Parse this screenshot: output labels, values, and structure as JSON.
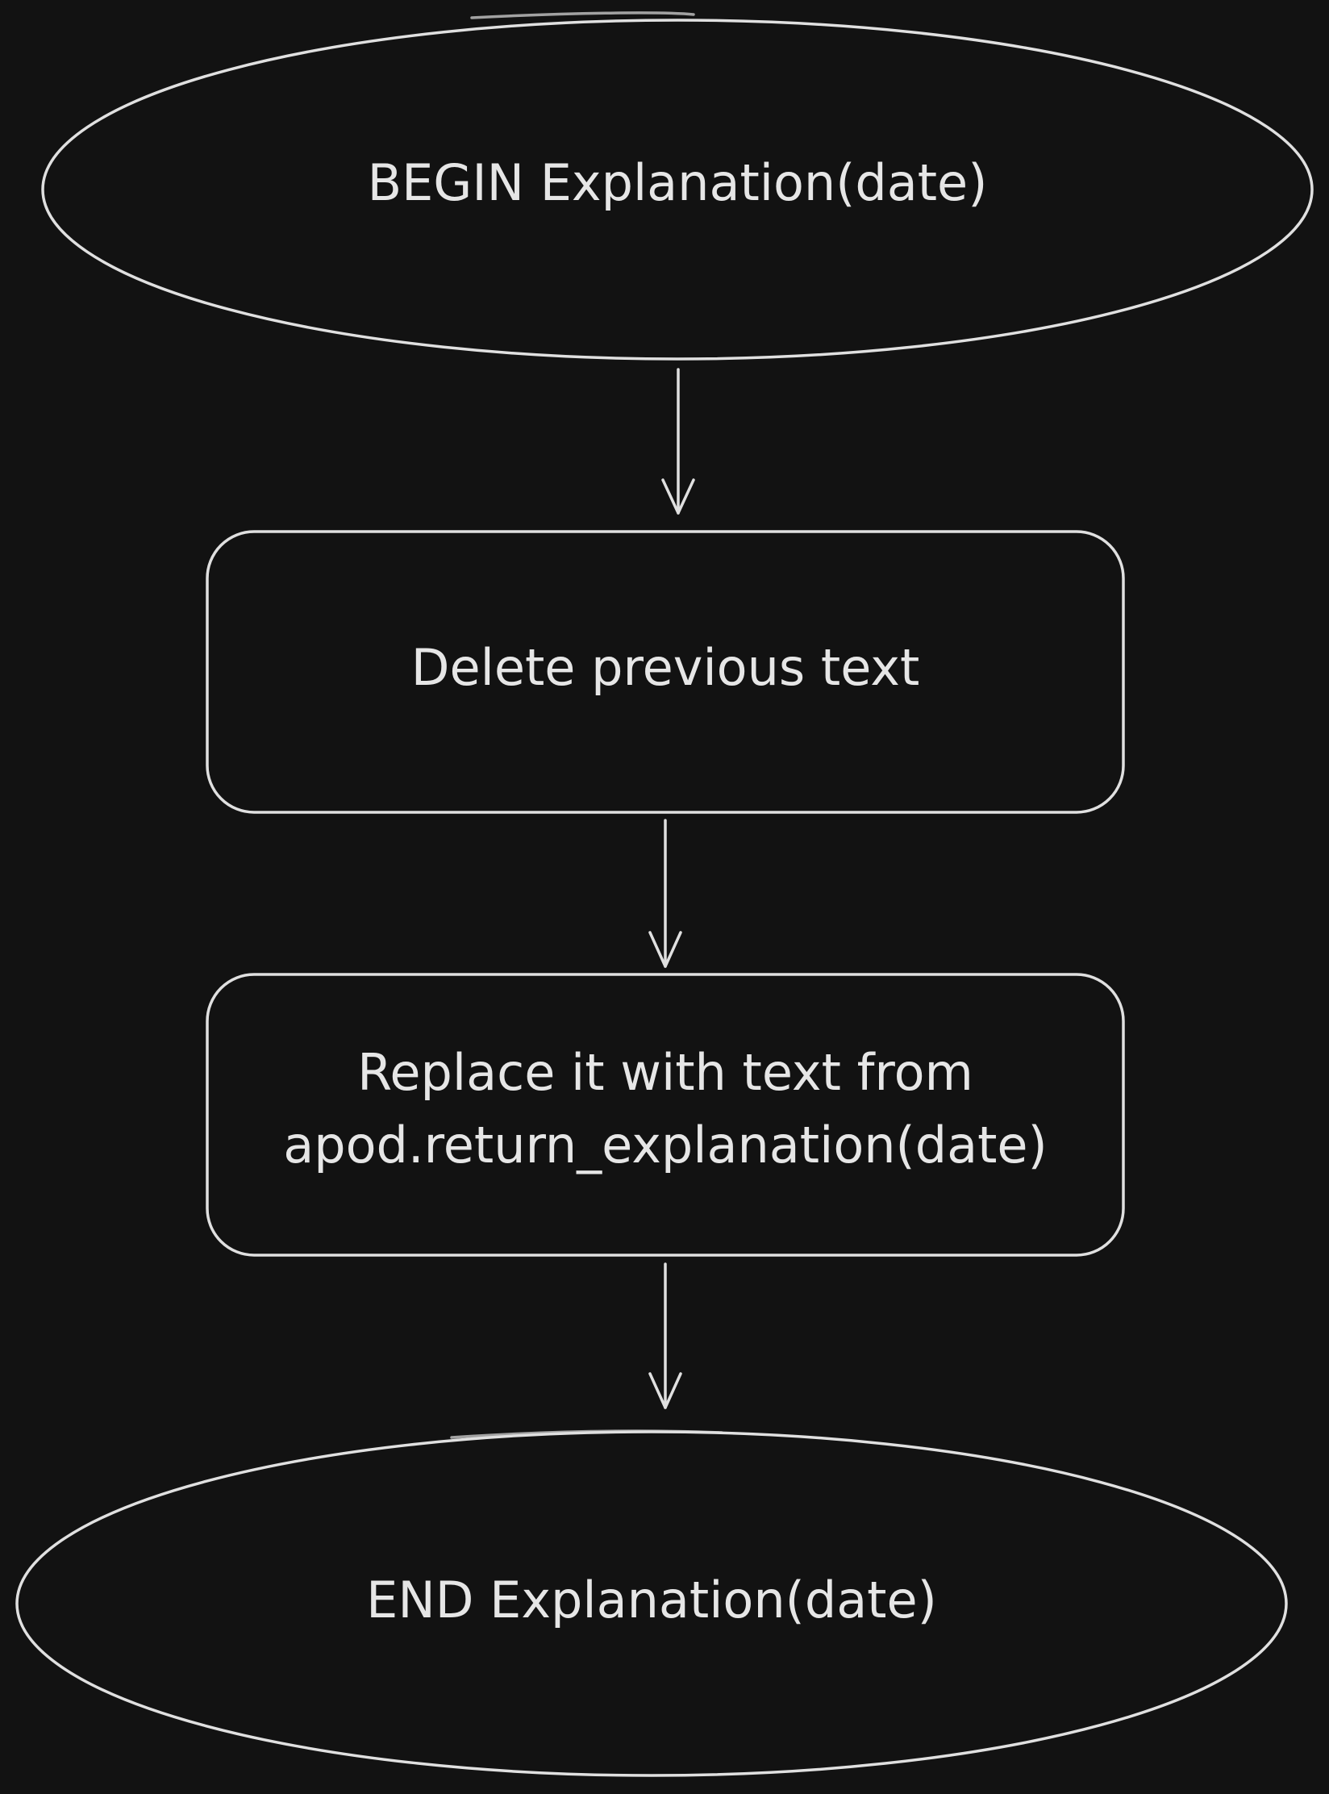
{
  "diagram": {
    "nodes": [
      {
        "id": "begin",
        "shape": "ellipse",
        "lines": [
          "BEGIN Explanation(date)"
        ]
      },
      {
        "id": "delete",
        "shape": "rounded-rect",
        "lines": [
          "Delete previous text"
        ]
      },
      {
        "id": "replace",
        "shape": "rounded-rect",
        "lines": [
          "Replace it with text from",
          "apod.return_explanation(date)"
        ]
      },
      {
        "id": "end",
        "shape": "ellipse",
        "lines": [
          "END Explanation(date)"
        ]
      }
    ],
    "edges": [
      {
        "from": "begin",
        "to": "delete"
      },
      {
        "from": "delete",
        "to": "replace"
      },
      {
        "from": "replace",
        "to": "end"
      }
    ],
    "colors": {
      "background": "#121212",
      "stroke": "#e0e0e0",
      "text": "#e6e6e6"
    }
  }
}
